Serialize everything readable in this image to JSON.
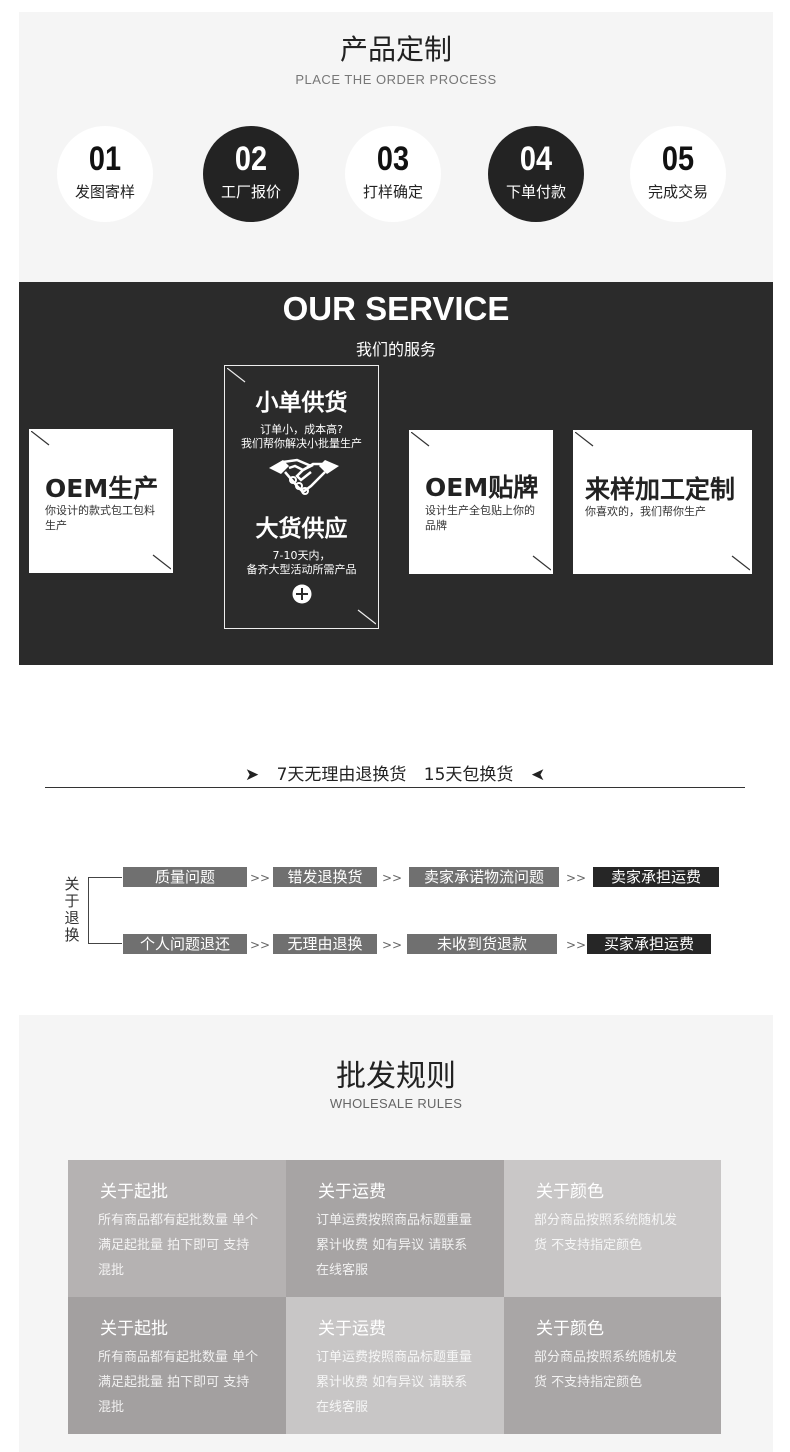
{
  "process": {
    "title": "产品定制",
    "subtitle": "PLACE THE ORDER PROCESS",
    "steps": [
      {
        "num": "01",
        "label": "发图寄样"
      },
      {
        "num": "02",
        "label": "工厂报价"
      },
      {
        "num": "03",
        "label": "打样确定"
      },
      {
        "num": "04",
        "label": "下单付款"
      },
      {
        "num": "05",
        "label": "完成交易"
      }
    ]
  },
  "service": {
    "title": "OUR SERVICE",
    "subtitle": "我们的服务",
    "cards": [
      {
        "title": "OEM生产",
        "desc": "你设计的款式包工包料生产"
      },
      {
        "title": "OEM贴牌",
        "desc": "设计生产全包贴上你的品牌"
      },
      {
        "title": "来样加工定制",
        "desc": "你喜欢的，我们帮你生产"
      }
    ],
    "middle": {
      "title1": "小单供货",
      "desc1a": "订单小，成本高?",
      "desc1b": "我们帮你解决小批量生产",
      "title2": "大货供应",
      "desc2a": "7-10天内，",
      "desc2b": "备齐大型活动所需产品"
    }
  },
  "returns": {
    "banner_left": "➤",
    "banner_text1": "7天无理由退换货",
    "banner_text2": "15天包换货",
    "banner_right": "➤",
    "label_chars": [
      "关",
      "于",
      "退",
      "换"
    ],
    "arrow": ">>",
    "row1": [
      "质量问题",
      "错发退换货",
      "卖家承诺物流问题",
      "卖家承担运费"
    ],
    "row2": [
      "个人问题退还",
      "无理由退换",
      "未收到货退款",
      "买家承担运费"
    ]
  },
  "wholesale": {
    "title": "批发规则",
    "subtitle": "WHOLESALE RULES",
    "rules": [
      {
        "title": "关于起批",
        "lines": [
          "所有商品都有起批数量 单个",
          "满足起批量 拍下即可  支持",
          "混批"
        ]
      },
      {
        "title": "关于运费",
        "lines": [
          "订单运费按照商品标题重量",
          "累计收费 如有异议  请联系",
          "在线客服"
        ]
      },
      {
        "title": "关于颜色",
        "lines": [
          "部分商品按照系统随机发",
          "货  不支持指定颜色"
        ]
      },
      {
        "title": "关于起批",
        "lines": [
          "所有商品都有起批数量 单个",
          "满足起批量 拍下即可  支持",
          "混批"
        ]
      },
      {
        "title": "关于运费",
        "lines": [
          "订单运费按照商品标题重量",
          "累计收费 如有异议  请联系",
          "在线客服"
        ]
      },
      {
        "title": "关于颜色",
        "lines": [
          "部分商品按照系统随机发",
          "货  不支持指定颜色"
        ]
      }
    ],
    "colors": [
      "#a9a6a6",
      "#aaa7a7",
      "#c9c7c7",
      "#a3a0a0",
      "#c8c6c6",
      "#a9a6a6"
    ]
  }
}
